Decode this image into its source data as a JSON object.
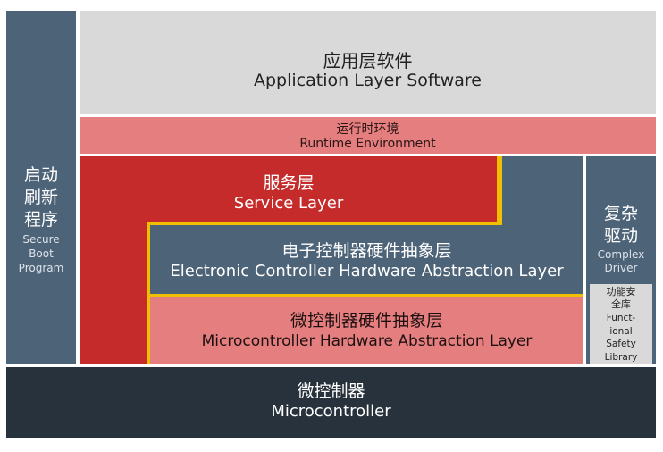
{
  "secure_boot": {
    "cn_lines": [
      "启动",
      "刷新",
      "程序"
    ],
    "en_lines": [
      "Secure",
      "Boot",
      "Program"
    ]
  },
  "application": {
    "cn": "应用层软件",
    "en": "Application Layer Software"
  },
  "runtime": {
    "cn": "运行时环境",
    "en": "Runtime Environment"
  },
  "service": {
    "cn": "服务层",
    "en": "Service Layer"
  },
  "ecu_abstraction": {
    "cn": "电子控制器硬件抽象层",
    "en": "Electronic Controller Hardware Abstraction Layer"
  },
  "mcal": {
    "cn": "微控制器硬件抽象层",
    "en": "Microcontroller Hardware Abstraction Layer"
  },
  "complex_driver": {
    "cn_lines": [
      "复杂",
      "驱动"
    ],
    "en_lines": [
      "Complex",
      "Driver"
    ]
  },
  "safety_library": {
    "cn_lines": [
      "功能安",
      "全库"
    ],
    "en_lines": [
      "Funct-",
      "ional",
      "Safety",
      "Library"
    ]
  },
  "microcontroller": {
    "cn": "微控制器",
    "en": "Microcontroller"
  },
  "colors": {
    "slate": "#4d6378",
    "light_gray": "#d9d9d9",
    "salmon": "#e57f7f",
    "red": "#c62b2b",
    "dark": "#27323c"
  }
}
